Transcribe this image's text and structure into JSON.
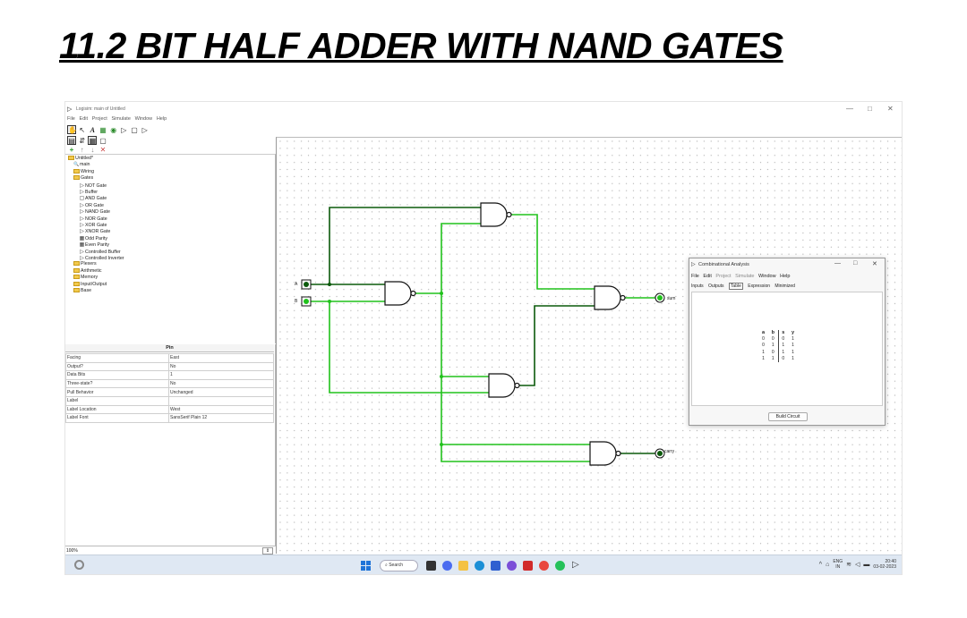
{
  "heading": "11.2 BIT HALF ADDER WITH NAND GATES",
  "window": {
    "title": "Logisim: main of Untitled",
    "controls": [
      "—",
      "□",
      "✕"
    ]
  },
  "menu": [
    "File",
    "Edit",
    "Project",
    "Simulate",
    "Window",
    "Help"
  ],
  "toolbar": {
    "row1": [
      "✋",
      "↖",
      "A",
      "▦",
      "◉",
      "▷",
      "▢",
      "▷"
    ],
    "row2": [
      "▤",
      "⇵",
      "▦",
      "▢"
    ],
    "row3": [
      "+",
      "↑",
      "↓",
      "✕"
    ]
  },
  "explorer": [
    {
      "label": "Untitled*",
      "depth": 0,
      "icon": "folder"
    },
    {
      "label": "main",
      "depth": 1,
      "icon": "circuit"
    },
    {
      "label": "Wiring",
      "depth": 1,
      "icon": "folder"
    },
    {
      "label": "Gates",
      "depth": 1,
      "icon": "folder"
    },
    {
      "label": "NOT Gate",
      "depth": 2,
      "icon": "gate"
    },
    {
      "label": "Buffer",
      "depth": 2,
      "icon": "gate"
    },
    {
      "label": "AND Gate",
      "depth": 2,
      "icon": "gate"
    },
    {
      "label": "OR Gate",
      "depth": 2,
      "icon": "gate"
    },
    {
      "label": "NAND Gate",
      "depth": 2,
      "icon": "gate"
    },
    {
      "label": "NOR Gate",
      "depth": 2,
      "icon": "gate"
    },
    {
      "label": "XOR Gate",
      "depth": 2,
      "icon": "gate"
    },
    {
      "label": "XNOR Gate",
      "depth": 2,
      "icon": "gate"
    },
    {
      "label": "Odd Parity",
      "depth": 2,
      "icon": "gate"
    },
    {
      "label": "Even Parity",
      "depth": 2,
      "icon": "gate"
    },
    {
      "label": "Controlled Buffer",
      "depth": 2,
      "icon": "gate"
    },
    {
      "label": "Controlled Inverter",
      "depth": 2,
      "icon": "gate"
    },
    {
      "label": "Plexers",
      "depth": 1,
      "icon": "folder"
    },
    {
      "label": "Arithmetic",
      "depth": 1,
      "icon": "folder"
    },
    {
      "label": "Memory",
      "depth": 1,
      "icon": "folder"
    },
    {
      "label": "Input/Output",
      "depth": 1,
      "icon": "folder"
    },
    {
      "label": "Base",
      "depth": 1,
      "icon": "folder"
    }
  ],
  "attributes": {
    "header": "Pin",
    "rows": [
      [
        "Facing",
        "East"
      ],
      [
        "Output?",
        "No"
      ],
      [
        "Data Bits",
        "1"
      ],
      [
        "Three-state?",
        "No"
      ],
      [
        "Pull Behavior",
        "Unchanged"
      ],
      [
        "Label",
        ""
      ],
      [
        "Label Location",
        "West"
      ],
      [
        "Label Font",
        "SansSerif Plain 12"
      ]
    ]
  },
  "zoom": "100%",
  "circuit": {
    "input_a": "A",
    "input_b": "B",
    "output_sum": "sum",
    "output_carry": "carry",
    "wire_on": "#21c21c",
    "wire_off": "#0c5a0c"
  },
  "dialog": {
    "title": "Combinational Analysis",
    "menu": [
      "File",
      "Edit",
      "Project",
      "Simulate",
      "Window",
      "Help"
    ],
    "tabs": [
      "Inputs",
      "Outputs",
      "Table",
      "Expression",
      "Minimized"
    ],
    "active_tab": "Table",
    "table_headers": [
      "a",
      "b",
      "s",
      "y"
    ],
    "table_rows": [
      [
        "0",
        "0",
        "0",
        "1"
      ],
      [
        "0",
        "1",
        "1",
        "1"
      ],
      [
        "1",
        "0",
        "1",
        "1"
      ],
      [
        "1",
        "1",
        "0",
        "1"
      ]
    ],
    "button": "Build Circuit"
  },
  "taskbar": {
    "search": "Search",
    "lang": "ENG",
    "region": "IN",
    "time": "20:40",
    "date": "03-02-2023"
  }
}
